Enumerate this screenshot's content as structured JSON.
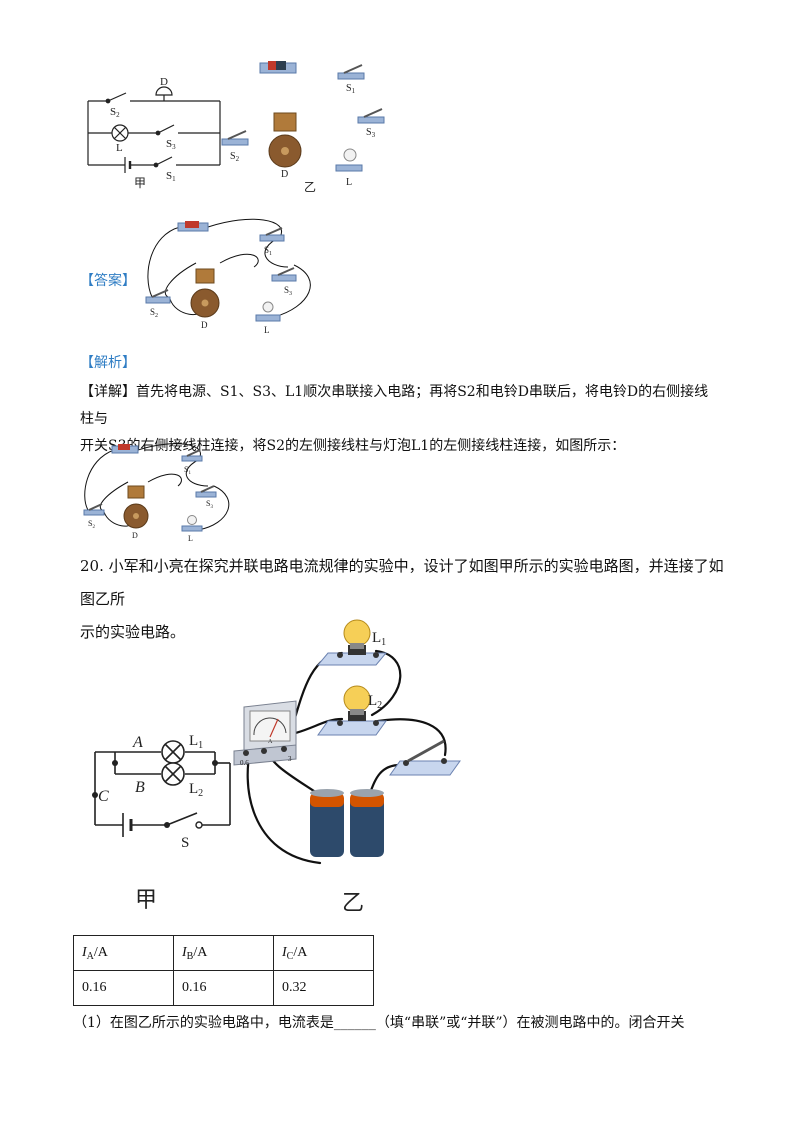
{
  "top_fig": {
    "jia_label": "甲",
    "yi_label": "乙",
    "labels": {
      "s1": "S",
      "s1_sub": "1",
      "s2": "S",
      "s2_sub": "2",
      "s3": "S",
      "s3_sub": "3",
      "d": "D",
      "l": "L"
    }
  },
  "answer": {
    "tag": "【答案】"
  },
  "analysis": {
    "tag": "【解析】",
    "detail_tag": "【详解】",
    "line1": "首先将电源、S1、S3、L1顺次串联接入电路；再将S2和电铃D串联后，将电铃D的右侧接线柱与",
    "line2": "开关S3的右侧接线柱连接，将S2的左侧接线柱与灯泡L1的左侧接线柱连接，如图所示："
  },
  "question": {
    "number": "20.",
    "line1": "小军和小亮在探究并联电路电流规律的实验中，设计了如图甲所示的实验电路图，并连接了如图乙所",
    "line2": "示的实验电路。",
    "fig_jia": "甲",
    "fig_yi": "乙",
    "circuit_labels": {
      "A": "A",
      "B": "B",
      "C": "C",
      "L1": "L",
      "L1_sub": "1",
      "L2": "L",
      "L2_sub": "2",
      "S": "S"
    },
    "meter_ticks": {
      "left": "0.6",
      "right": "3"
    }
  },
  "table": {
    "headers": [
      {
        "var": "I",
        "sub": "A",
        "unit": "/A"
      },
      {
        "var": "I",
        "sub": "B",
        "unit": "/A"
      },
      {
        "var": "I",
        "sub": "C",
        "unit": "/A"
      }
    ],
    "values": [
      "0.16",
      "0.16",
      "0.32"
    ]
  },
  "subq1": "（1）在图乙所示的实验电路中，电流表是______（填“串联”或“并联”）在被测电路中的。闭合开关"
}
